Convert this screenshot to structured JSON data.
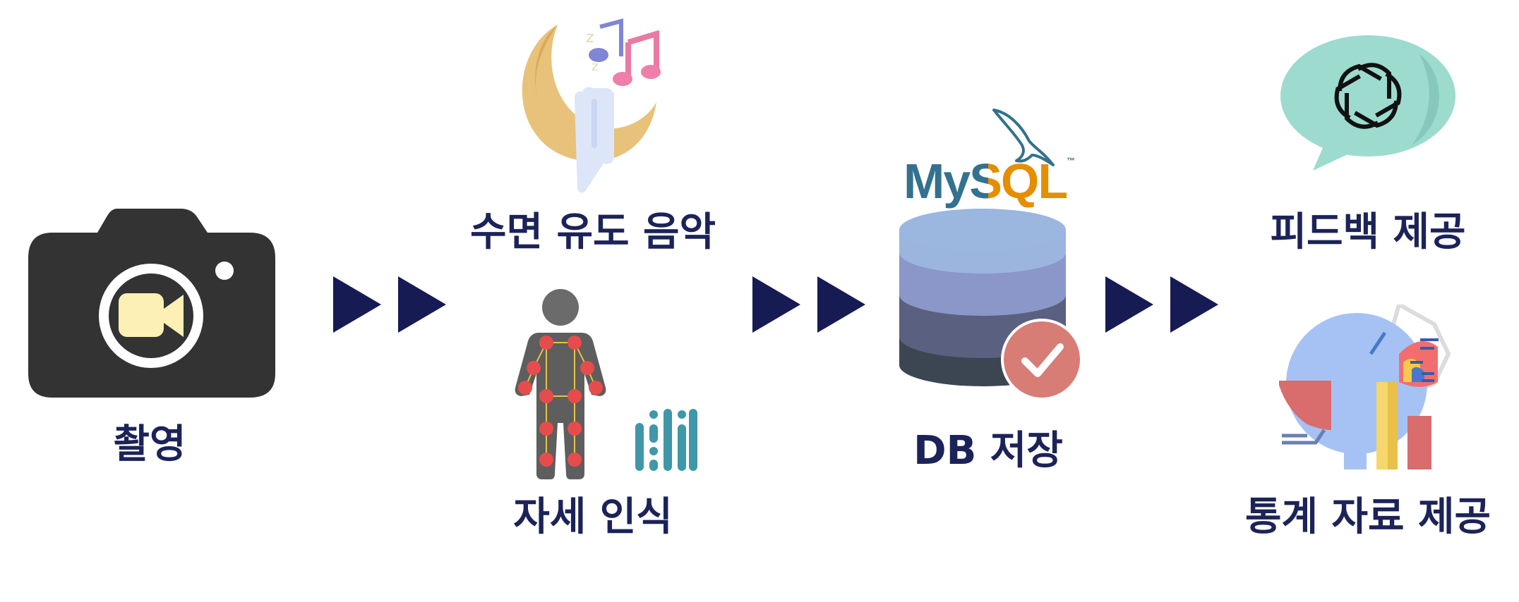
{
  "steps": {
    "capture": {
      "label": "촬영",
      "icon": "video-camera-icon"
    },
    "sleep_music": {
      "label": "수면 유도 음악",
      "icon": "moon-music-icon"
    },
    "pose": {
      "label": "자세 인식",
      "icon": "body-skeleton-icon",
      "badge_icon": "mediapipe-icon"
    },
    "db": {
      "label": "DB 저장",
      "icon": "database-check-icon",
      "logo_text": "MySQL",
      "logo_tm": "™"
    },
    "feedback": {
      "label": "피드백 제공",
      "icon": "chat-bubble-openai-icon"
    },
    "stats": {
      "label": "통계 자료 제공",
      "icon": "statistics-charts-icon"
    }
  },
  "colors": {
    "arrow": "#161b54",
    "text": "#1b2358",
    "camera": "#333333",
    "mysql_blue": "#33718e",
    "mysql_orange": "#e48e00"
  }
}
